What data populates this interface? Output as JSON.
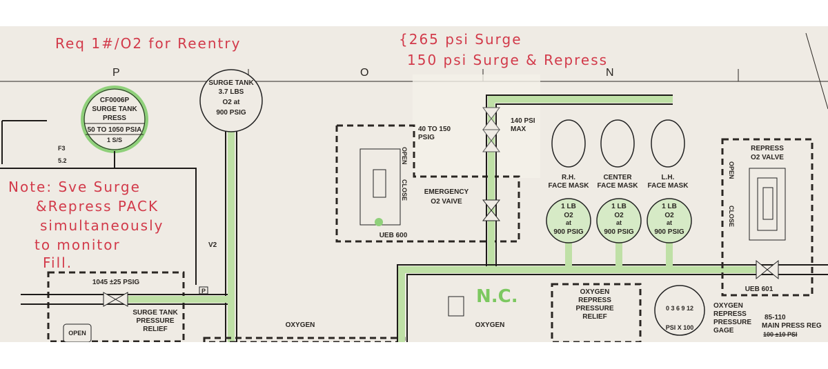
{
  "handwritten": {
    "top_line": "Req 1#/O2 for Reentry",
    "top_brace_1": "{265 psi Surge",
    "top_brace_2": "150 psi Surge & Repress",
    "note_lines": [
      "Note: Sve Surge",
      "&Repress PACK",
      "simultaneously",
      "to monitor",
      "Fill."
    ],
    "nc_mark": "N.C."
  },
  "grid_columns": [
    "P",
    "O",
    "N"
  ],
  "gauge_cf0006p": {
    "id": "CF0006P",
    "title_1": "SURGE TANK",
    "title_2": "PRESS",
    "range": "50 TO 1050 PSIA",
    "sub": "1 S/S"
  },
  "surge_tank": {
    "l1": "SURGE TANK",
    "l2": "3.7 LBS",
    "l3": "O2 at",
    "l4": "900 PSIG"
  },
  "f_marker": {
    "label": "F",
    "num": "3",
    "val": "5.2"
  },
  "v2_label": "V2",
  "p_label": "P",
  "relief": {
    "setting": "1045 ±25 PSIG",
    "l1": "SURGE TANK",
    "l2": "PRESSURE",
    "l3": "RELIEF"
  },
  "open_button": "OPEN",
  "oxygen_label": "OXYGEN",
  "emergency_valve": {
    "range_1": "40 TO 150",
    "range_2": "PSIG",
    "open": "OPEN",
    "close": "CLOSE",
    "l1": "EMERGENCY",
    "l2": "O2 VAIVE",
    "panel": "UEB 600"
  },
  "regulator": {
    "l1": "140 PSI",
    "l2": "MAX"
  },
  "face_masks": [
    {
      "l1": "R.H.",
      "l2": "FACE MASK"
    },
    {
      "l1": "CENTER",
      "l2": "FACE MASK"
    },
    {
      "l1": "L.H.",
      "l2": "FACE MASK"
    }
  ],
  "small_tanks": [
    {
      "l1": "1 LB",
      "l2": "O2",
      "l3": "at",
      "l4": "900 PSIG"
    },
    {
      "l1": "1 LB",
      "l2": "O2",
      "l3": "at",
      "l4": "900 PSIG"
    },
    {
      "l1": "1 LB",
      "l2": "O2",
      "l3": "at",
      "l4": "900 PSIG"
    }
  ],
  "repress_valve": {
    "l1": "REPRESS",
    "l2": "O2 VALVE",
    "open": "OPEN",
    "close": "CLOSE",
    "panel": "UEB 601"
  },
  "repress_relief": {
    "l1": "OXYGEN",
    "l2": "REPRESS",
    "l3": "PRESSURE",
    "l4": "RELIEF"
  },
  "repress_gage": {
    "scale": "0 3 6 9 12",
    "unit": "PSI X 100",
    "l1": "OXYGEN",
    "l2": "REPRESS",
    "l3": "PRESSURE",
    "l4": "GAGE"
  },
  "main_reg": {
    "l1": "85-110",
    "l2": "MAIN PRESS REG",
    "struck": "100 ±10 PSI"
  }
}
